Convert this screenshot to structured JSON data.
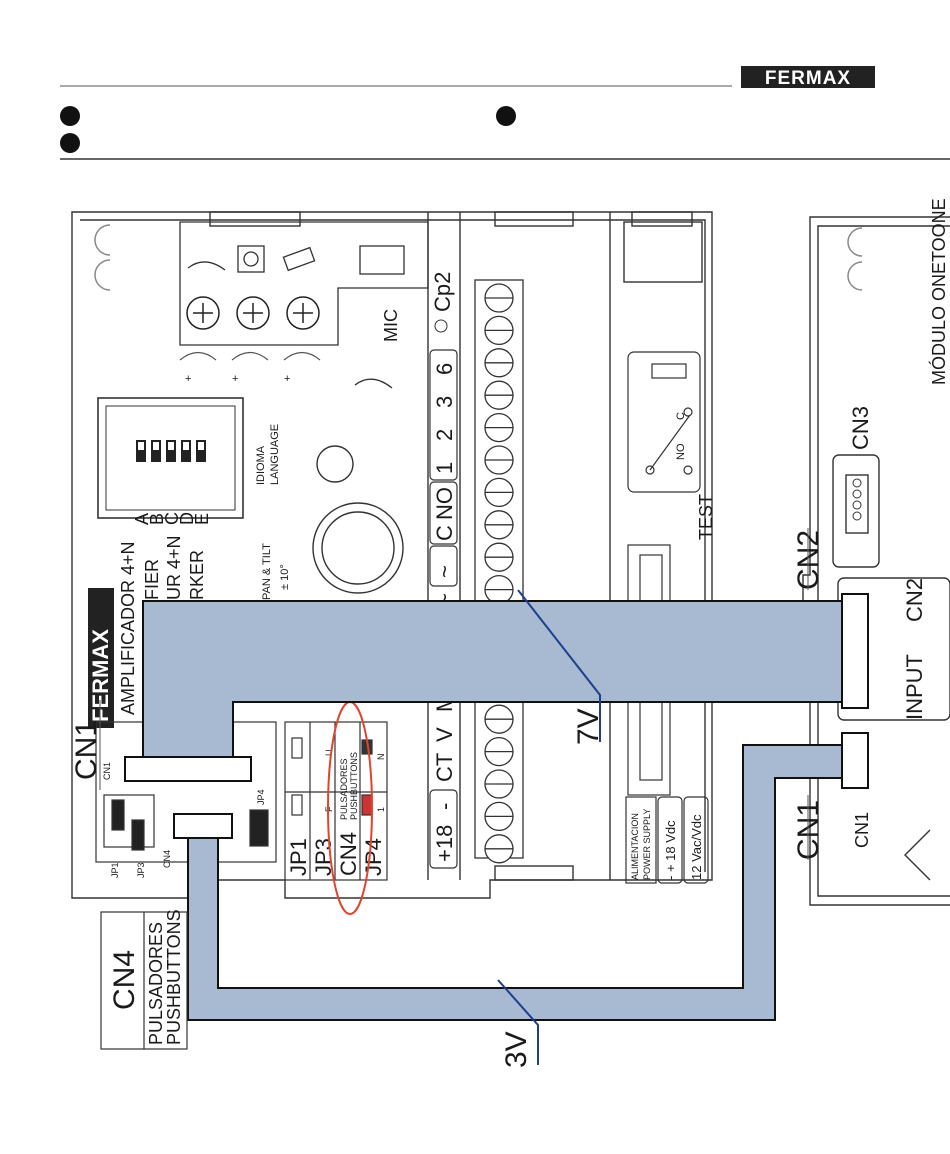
{
  "header": {
    "brand": "FERMAX"
  },
  "panel": {
    "brand": "FERMAX",
    "amplifier_lines": [
      "AMPLIFICADOR 4+N",
      "FIER",
      "UR 4+N",
      "RKER"
    ],
    "idioma_label": [
      "IDIOMA",
      "LANGUAGE"
    ],
    "dip_letters": [
      "A",
      "B",
      "C",
      "D",
      "E"
    ],
    "pan_tilt": [
      "PAN & TILT",
      "± 10°"
    ],
    "mic_label": "MIC",
    "cp2_label": "Cp2",
    "terminal_labels": [
      "6",
      "3",
      "2",
      "1",
      "NO",
      "C",
      "~",
      "~",
      "M",
      "V",
      "CT",
      "-",
      "+18"
    ],
    "test_label": "TEST",
    "switch_labels": [
      "C",
      "NO"
    ],
    "power_supply": [
      "ALIMENTACION",
      "POWER SUPPLY",
      "- + 18 Vdc",
      "12 Vac/Vdc"
    ],
    "jumper_table_rows": [
      "JP1",
      "JP3",
      "CN4",
      "JP4"
    ],
    "jumper_table_header": [
      "PULSADORES",
      "PUSHBUTTONS"
    ],
    "jumper_table_cols": [
      "N",
      "1",
      "F",
      "U"
    ],
    "small_connectors": [
      "CN1",
      "JP1",
      "JP3",
      "CN4",
      "JP4"
    ]
  },
  "module": {
    "title": "MÓDULO ONETOONE",
    "cn3": "CN3",
    "cn2": "CN2",
    "input": "INPUT",
    "cn1": "CN1"
  },
  "callouts": {
    "cn1_left": "CN1",
    "cn2_right": "CN2",
    "cn1_right": "CN1",
    "seven_v": "7V",
    "three_v": "3V",
    "cn4_box": [
      "CN4",
      "PULSADORES",
      "PUSHBUTTONS"
    ]
  }
}
